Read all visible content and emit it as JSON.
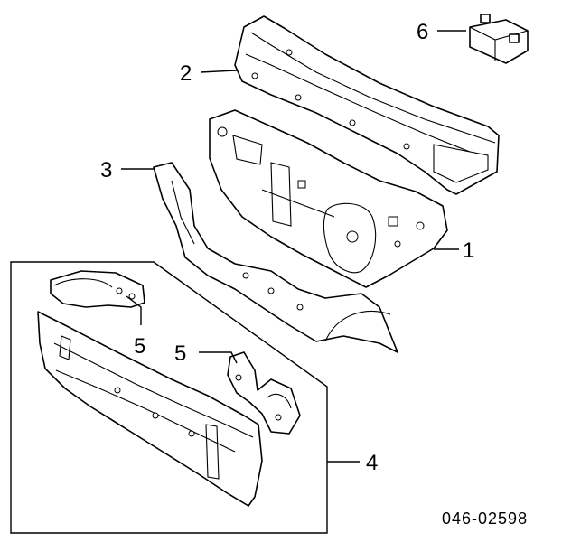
{
  "callouts": {
    "c1": "1",
    "c2": "2",
    "c3": "3",
    "c4": "4",
    "c5a": "5",
    "c5b": "5",
    "c6": "6"
  },
  "diagram_code": "046-02598",
  "colors": {
    "line": "#000000",
    "background": "#ffffff"
  }
}
